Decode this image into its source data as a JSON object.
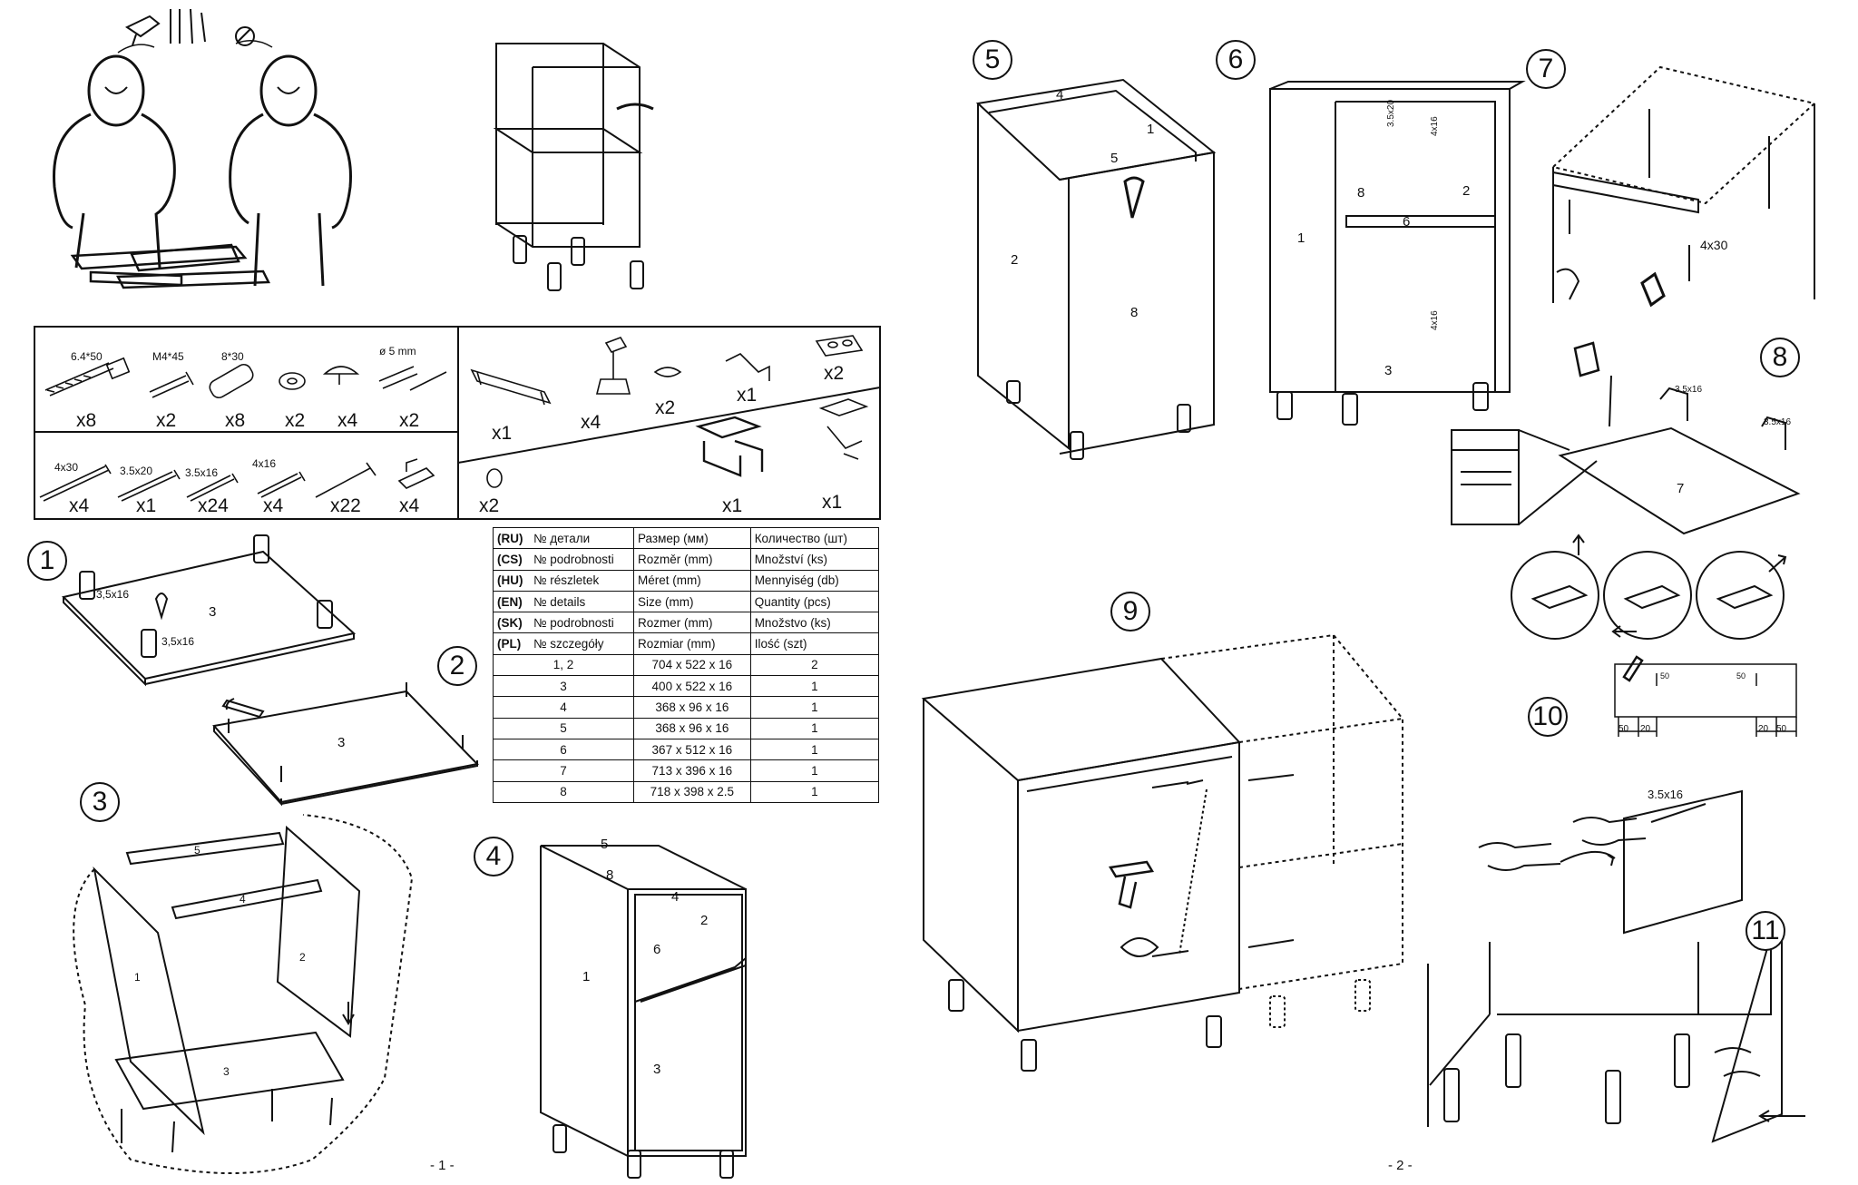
{
  "page1": {
    "page_number": "- 1 -",
    "hardware_box": {
      "row1": [
        {
          "icon": "screw-6.4x50-icon",
          "label": "6.4*50",
          "qty": "x8"
        },
        {
          "icon": "bolt-m4x45-icon",
          "label": "M4*45",
          "qty": "x2"
        },
        {
          "icon": "wooden-dowel-icon",
          "label": "8*30",
          "qty": "x8"
        },
        {
          "icon": "washer-icon",
          "label": "",
          "qty": "x2"
        },
        {
          "icon": "cam-cover-icon",
          "label": "",
          "qty": "x4"
        },
        {
          "icon": "shelf-pin-5mm-icon",
          "label": "ø 5 mm",
          "qty": "x2"
        }
      ],
      "row2": [
        {
          "icon": "screw-4x30-icon",
          "label": "4x30",
          "qty": "x4"
        },
        {
          "icon": "screw-3.5x20-icon",
          "label": "3.5x20",
          "qty": "x1"
        },
        {
          "icon": "screw-3.5x16-icon",
          "label": "3.5x16",
          "qty": "x24"
        },
        {
          "icon": "screw-4x16-icon",
          "label": "4x16",
          "qty": "x4"
        },
        {
          "icon": "nail-icon",
          "label": "",
          "qty": "x22"
        },
        {
          "icon": "shelf-support-icon",
          "label": "",
          "qty": "x4"
        }
      ],
      "right": [
        {
          "icon": "handle-icon",
          "qty": "x1"
        },
        {
          "icon": "adjustable-leg-icon",
          "qty": "x4"
        },
        {
          "icon": "leg-clip-icon",
          "qty": "x2"
        },
        {
          "icon": "allen-key-icon",
          "qty": "x1"
        },
        {
          "icon": "mounting-plate-icon",
          "qty": "x2"
        },
        {
          "icon": "bumper-pad-icon",
          "qty": "x2"
        },
        {
          "icon": "hinge-icon",
          "qty": "x1"
        },
        {
          "icon": "wall-hanger-icon",
          "qty": "x1"
        }
      ]
    },
    "table": {
      "headers": [
        {
          "lang": "(RU)",
          "part": "№ детали",
          "size": "Размер  (мм)",
          "qty": "Количество (шт)"
        },
        {
          "lang": "(CS)",
          "part": "№ podrobnosti",
          "size": "Rozměr (mm)",
          "qty": "Množství (ks)"
        },
        {
          "lang": "(HU)",
          "part": "№ részletek",
          "size": "Méret (mm)",
          "qty": "Mennyiség (db)"
        },
        {
          "lang": "(EN)",
          "part": "№ details",
          "size": "Size (mm)",
          "qty": "Quantity  (pcs)"
        },
        {
          "lang": "(SK)",
          "part": "№ podrobnosti",
          "size": "Rozmer (mm)",
          "qty": "Množstvo (ks)"
        },
        {
          "lang": "(PL)",
          "part": "№ szczegóły",
          "size": "Rozmiar (mm)",
          "qty": "Ilość (szt)"
        }
      ],
      "rows": [
        {
          "part": "1, 2",
          "size": "704 x 522 x 16",
          "qty": "2"
        },
        {
          "part": "3",
          "size": "400 x 522 x 16",
          "qty": "1"
        },
        {
          "part": "4",
          "size": "368 x 96 x 16",
          "qty": "1"
        },
        {
          "part": "5",
          "size": "368 x 96 x 16",
          "qty": "1"
        },
        {
          "part": "6",
          "size": "367 x 512 x 16",
          "qty": "1"
        },
        {
          "part": "7",
          "size": "713 x 396 x 16",
          "qty": "1"
        },
        {
          "part": "8",
          "size": "718 x 398 x 2.5",
          "qty": "1"
        }
      ]
    },
    "steps": {
      "s1": {
        "num": "1",
        "part": "3",
        "screw_a": "3,5x16",
        "screw_b": "3,5x16"
      },
      "s2": {
        "num": "2",
        "part": "3"
      },
      "s3": {
        "num": "3",
        "parts": [
          "5",
          "4",
          "1",
          "2",
          "3"
        ]
      },
      "s4": {
        "num": "4",
        "parts": [
          "5",
          "8",
          "4",
          "2",
          "6",
          "1",
          "3"
        ]
      }
    }
  },
  "page2": {
    "page_number": "- 2 -",
    "steps": {
      "s5": {
        "num": "5",
        "parts": [
          "4",
          "1",
          "5",
          "2",
          "8"
        ]
      },
      "s6": {
        "num": "6",
        "parts": [
          "8",
          "2",
          "6",
          "1",
          "3"
        ],
        "screw_a": "3.5x20",
        "screw_b": "4x16",
        "screw_c": "4x16"
      },
      "s7": {
        "num": "7",
        "screw": "4x30"
      },
      "s8": {
        "num": "8",
        "part": "7",
        "screw_a": "3.5x16",
        "screw_b": "3.5x16"
      },
      "s9": {
        "num": "9"
      },
      "s10": {
        "num": "10",
        "dims": [
          "50",
          "20",
          "20",
          "50"
        ],
        "marks": [
          "50",
          "50"
        ]
      },
      "s11": {
        "num": "11",
        "screw": "3.5x16"
      }
    }
  }
}
